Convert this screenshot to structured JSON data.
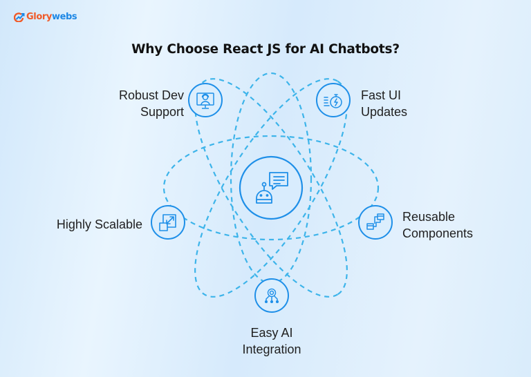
{
  "brand": {
    "logo_icon": "growth-chart-icon",
    "name_part1": "Glory",
    "name_part2": "webs",
    "colors": {
      "primary_orange": "#f05a28",
      "primary_blue": "#1e88e5"
    }
  },
  "title": "Why Choose React JS for AI Chatbots?",
  "center_node": {
    "icon": "chatbot-icon"
  },
  "features": [
    {
      "line1": "Robust Dev",
      "line2": "Support",
      "icon": "support-agent-monitor-icon"
    },
    {
      "line1": "Fast UI",
      "line2": "Updates",
      "icon": "stopwatch-lightning-icon"
    },
    {
      "line1": "Highly Scalable",
      "line2": "",
      "icon": "resize-scale-icon"
    },
    {
      "line1": "Reusable",
      "line2": "Components",
      "icon": "connected-components-icon"
    },
    {
      "line1": "Easy AI",
      "line2": "Integration",
      "icon": "gear-network-icon"
    }
  ],
  "colors": {
    "circle_stroke": "#1e8fe8",
    "orbit_dash": "#3db4ea",
    "text": "#1f1f1f"
  }
}
